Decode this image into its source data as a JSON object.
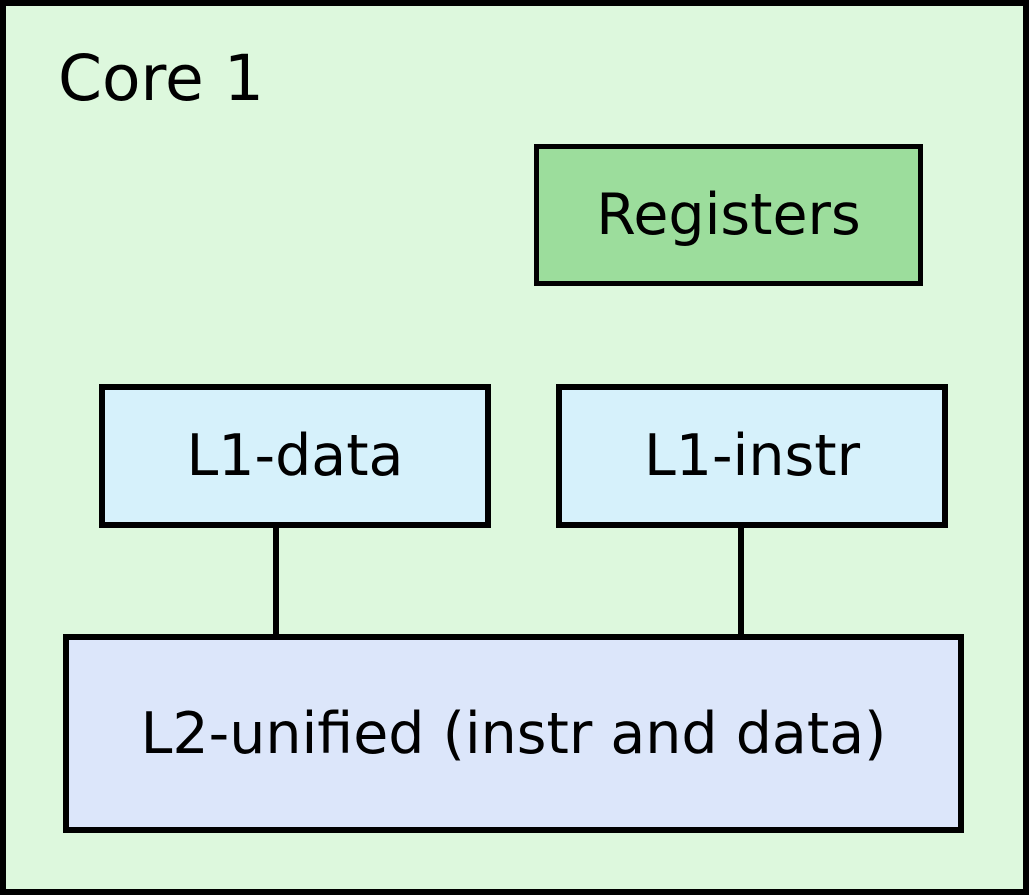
{
  "diagram": {
    "title": "Core 1",
    "nodes": {
      "registers": {
        "label": "Registers",
        "bg": "#9cdd9c"
      },
      "l1_data": {
        "label": "L1-data",
        "bg": "#d6f1fb"
      },
      "l1_instr": {
        "label": "L1-instr",
        "bg": "#d6f1fb"
      },
      "l2": {
        "label": "L2-unified (instr and data)",
        "bg": "#dce6fa"
      }
    },
    "edges": [
      {
        "from": "L1-data",
        "to": "L2-unified (instr and data)"
      },
      {
        "from": "L1-instr",
        "to": "L2-unified (instr and data)"
      }
    ],
    "colors": {
      "container_bg": "#ddf8dd",
      "border": "#000000",
      "text": "#000000"
    }
  }
}
